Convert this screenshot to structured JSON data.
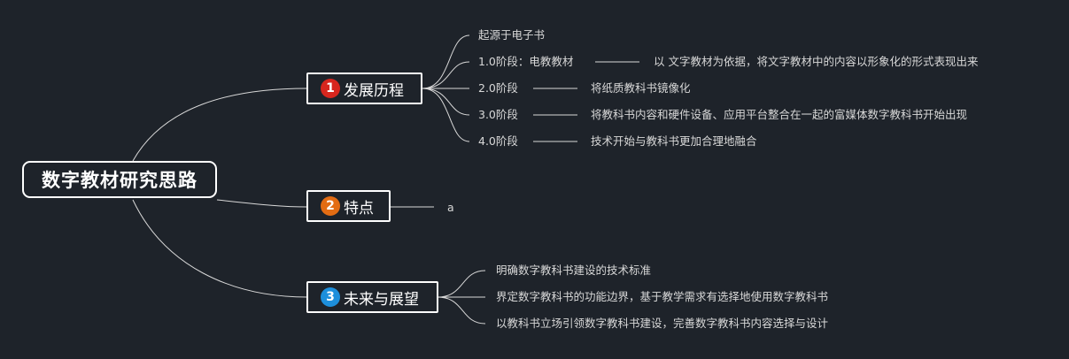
{
  "root": {
    "label": "数字教材研究思路"
  },
  "branches": [
    {
      "number": "1",
      "label": "发展历程",
      "color": "#d7261e",
      "children": [
        {
          "label": "起源于电子书",
          "detail": ""
        },
        {
          "label": "1.0阶段：电教教材",
          "detail": "以 文字教材为依据，将文字教材中的内容以形象化的形式表现出来"
        },
        {
          "label": "2.0阶段",
          "detail": "将纸质教科书镜像化"
        },
        {
          "label": "3.0阶段",
          "detail": "将教科书内容和硬件设备、应用平台整合在一起的富媒体数字教科书开始出现"
        },
        {
          "label": "4.0阶段",
          "detail": "技术开始与教科书更加合理地融合"
        }
      ]
    },
    {
      "number": "2",
      "label": "特点",
      "color": "#e36c13",
      "children": [
        {
          "label": "a",
          "detail": ""
        }
      ]
    },
    {
      "number": "3",
      "label": "未来与展望",
      "color": "#1d8fdc",
      "children": [
        {
          "label": "明确数字教科书建设的技术标准",
          "detail": ""
        },
        {
          "label": "界定数字教科书的功能边界，基于教学需求有选择地使用数字教科书",
          "detail": ""
        },
        {
          "label": "以教科书立场引领数字教科书建设，完善数字教科书内容选择与设计",
          "detail": ""
        }
      ]
    }
  ]
}
